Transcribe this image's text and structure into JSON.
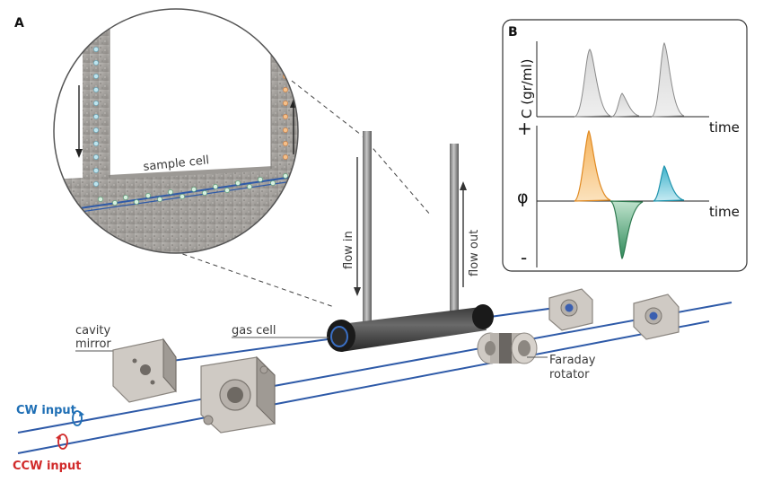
{
  "panel_a": {
    "letter": "A",
    "labels": {
      "sample_cell": "sample cell",
      "flow_in": "flow in",
      "flow_out": "flow out",
      "gas_cell": "gas cell",
      "cavity_mirror_1": "cavity",
      "cavity_mirror_2": "mirror",
      "faraday_1": "Faraday",
      "faraday_2": "rotator",
      "cw_input": "CW input",
      "ccw_input": "CCW input"
    },
    "colors": {
      "cw": "#1f6fb5",
      "ccw": "#d12a2a",
      "beam": "#2e5aa8"
    }
  },
  "panel_b": {
    "letter": "B",
    "top_plot": {
      "ylabel": "C (gr/ml)",
      "xlabel": "time"
    },
    "bottom_plot": {
      "xlabel": "time",
      "plus": "+",
      "phi": "φ",
      "minus": "-"
    },
    "colors": {
      "top_peaks": "#cfcfcf",
      "peak_orange": "#f0a64a",
      "peak_green": "#2f8a5a",
      "peak_cyan": "#2aa8c4"
    }
  }
}
